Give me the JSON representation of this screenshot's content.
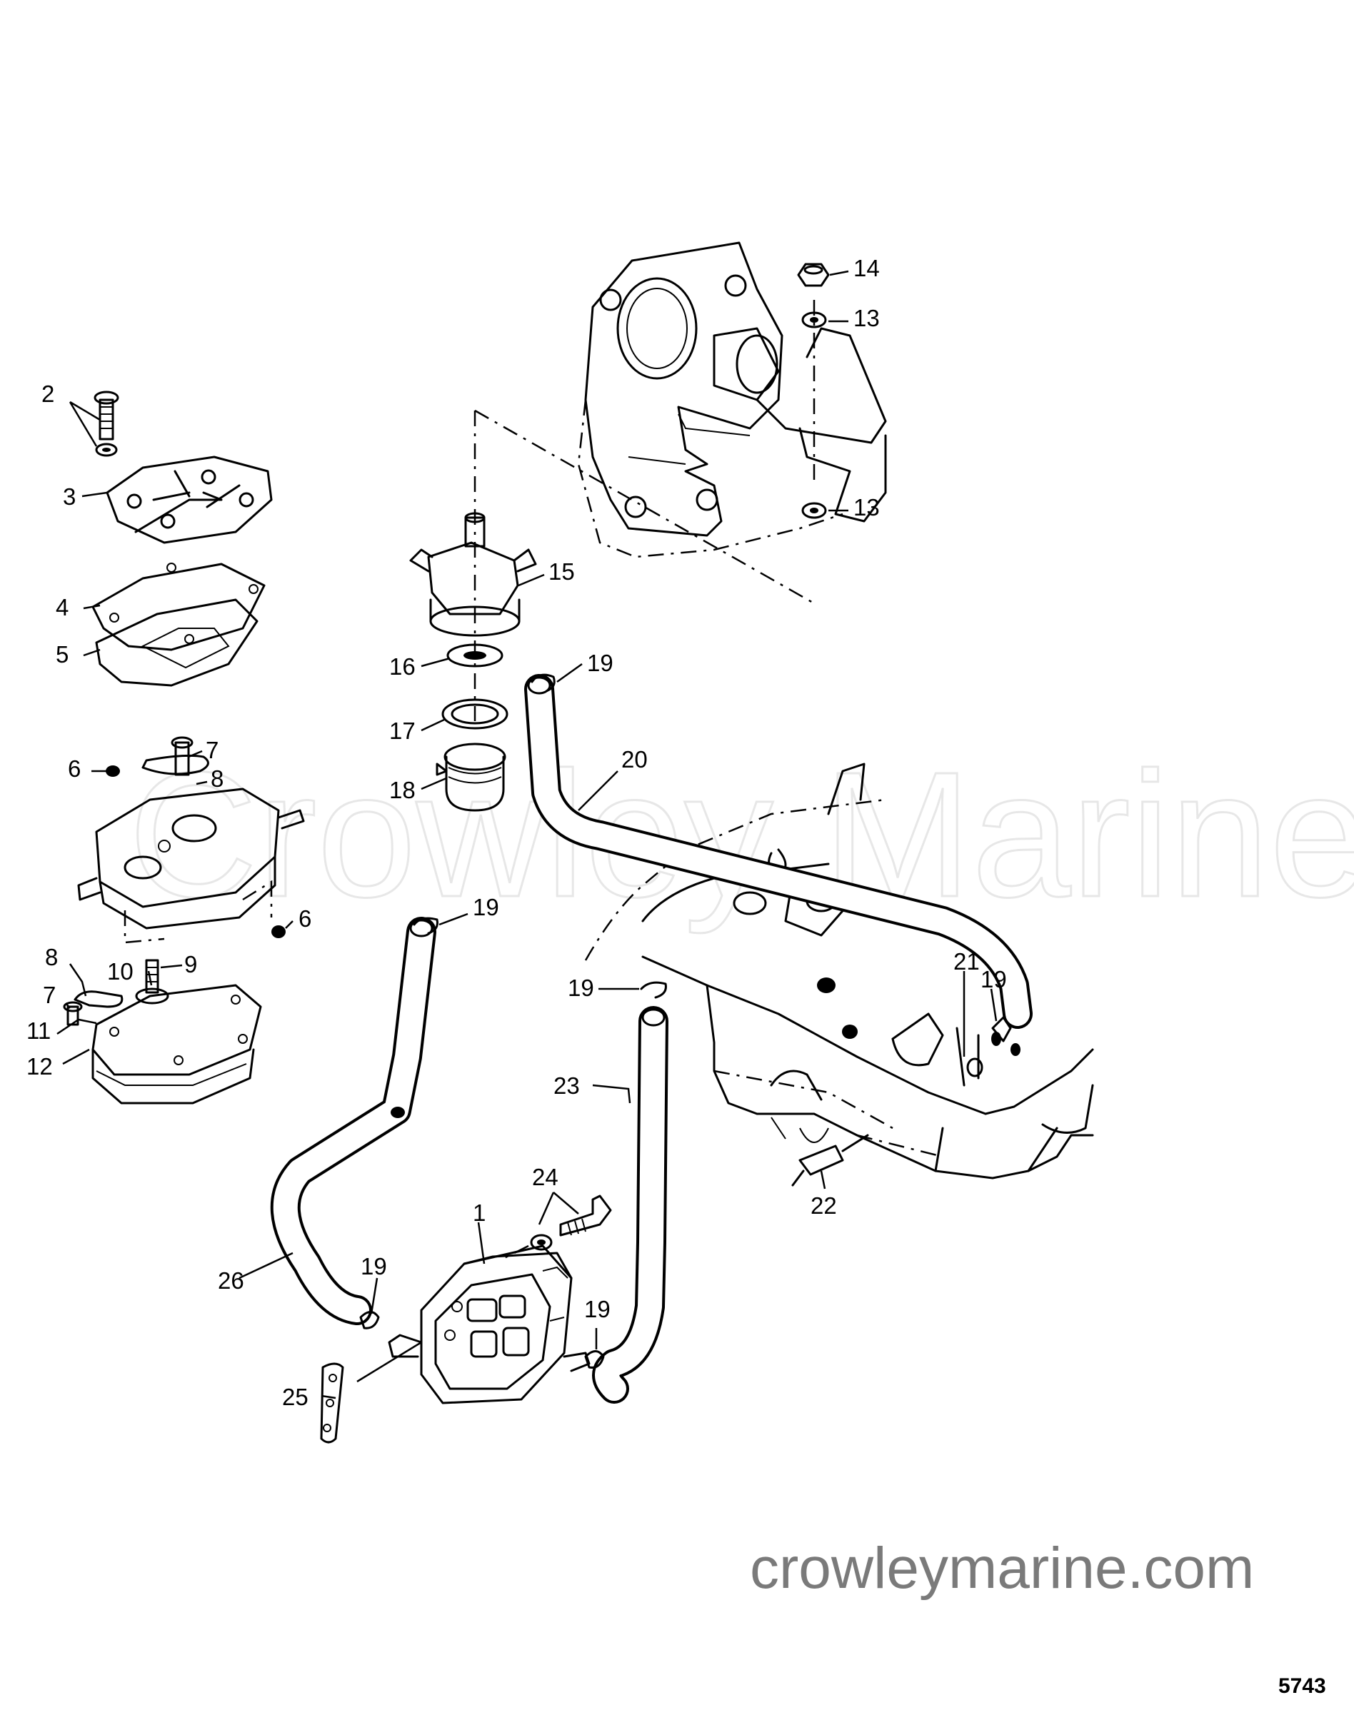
{
  "watermark": "Crowley Marine",
  "site": "crowleymarine.com",
  "figure_number": "5743",
  "callouts": {
    "c1": "1",
    "c2": "2",
    "c3": "3",
    "c4": "4",
    "c5": "5",
    "c6": "6",
    "c7": "7",
    "c8": "8",
    "c9": "9",
    "c10": "10",
    "c11": "11",
    "c12": "12",
    "c13": "13",
    "c14": "14",
    "c15": "15",
    "c16": "16",
    "c17": "17",
    "c18": "18",
    "c19": "19",
    "c20": "20",
    "c21": "21",
    "c22": "22",
    "c23": "23",
    "c24": "24",
    "c25": "25",
    "c26": "26"
  }
}
